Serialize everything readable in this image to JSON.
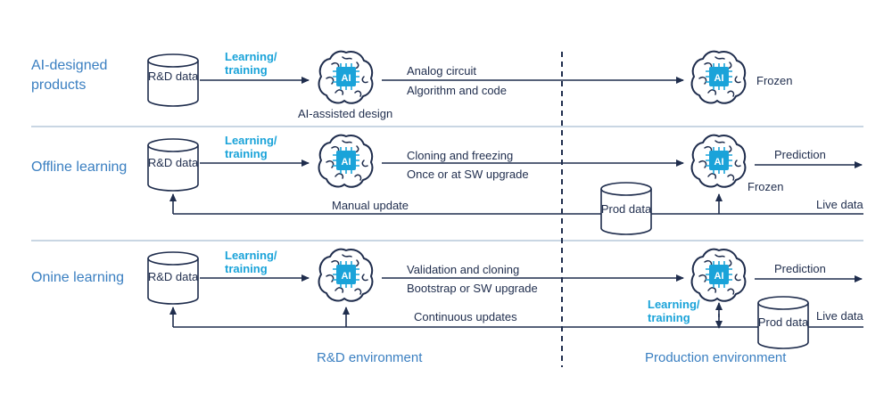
{
  "rows": [
    {
      "label": "AI-designed products",
      "learning": "Learning/ training",
      "db": "R&D data",
      "brain": "AI",
      "brain_caption": "AI-assisted design",
      "arrow_top": "Analog circuit",
      "arrow_bottom": "Algorithm and code",
      "prod_brain": "AI",
      "prod_state": "Frozen"
    },
    {
      "label": "Offline learning",
      "learning": "Learning/ training",
      "db": "R&D data",
      "brain": "AI",
      "arrow_top": "Cloning and freezing",
      "arrow_bottom": "Once or at SW upgrade",
      "prod_brain": "AI",
      "prod_state": "Frozen",
      "prediction": "Prediction",
      "feedback": "Manual update",
      "prod_db": "Prod data",
      "live_data": "Live data"
    },
    {
      "label": "Onine learning",
      "learning": "Learning/ training",
      "db": "R&D data",
      "brain": "AI",
      "arrow_top": "Validation and cloning",
      "arrow_bottom": "Bootstrap or SW upgrade",
      "prod_brain": "AI",
      "prediction": "Prediction",
      "feedback": "Continuous updates",
      "prod_learning": "Learning/ training",
      "prod_db": "Prod data",
      "live_data": "Live data"
    }
  ],
  "environments": {
    "rd": "R&D environment",
    "production": "Production environment"
  },
  "colors": {
    "line": "#1f2d4d",
    "accent": "#1aa3d9",
    "label": "#3a7fc1",
    "separator": "#c9d6e3"
  }
}
